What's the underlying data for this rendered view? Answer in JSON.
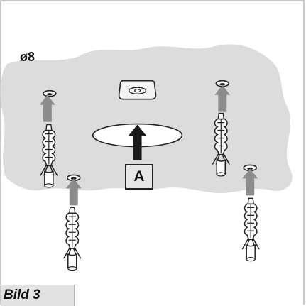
{
  "figure": {
    "diameter_label": "ø8",
    "caption": "Bild 3",
    "part_label": "A"
  },
  "colors": {
    "wall": "#dcdcdc",
    "arrow": "#8c8c8c",
    "arrow_dark": "#1a1a1a",
    "frame": "#c8c8c8",
    "caption_bg": "#e2e2e2"
  }
}
